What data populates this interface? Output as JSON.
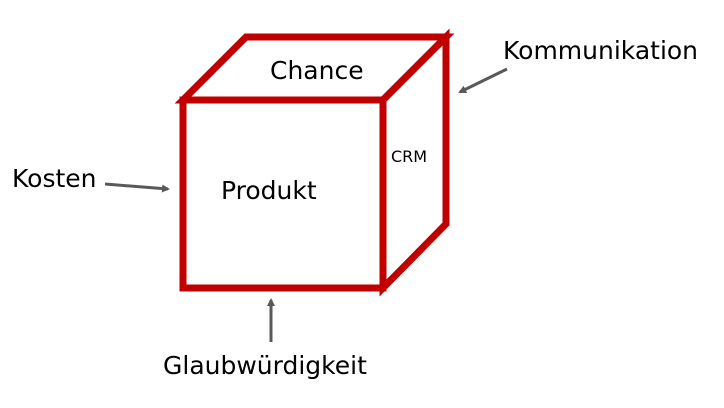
{
  "diagram": {
    "type": "cube-model",
    "colors": {
      "cube_stroke": "#C00000",
      "arrow": "#595959",
      "text": "#000000"
    },
    "faces": {
      "front": "Produkt",
      "top": "Chance",
      "side": "CRM"
    },
    "external_labels": {
      "left": "Kosten",
      "right_top": "Kommunikation",
      "bottom": "Glaubwürdigkeit"
    }
  }
}
